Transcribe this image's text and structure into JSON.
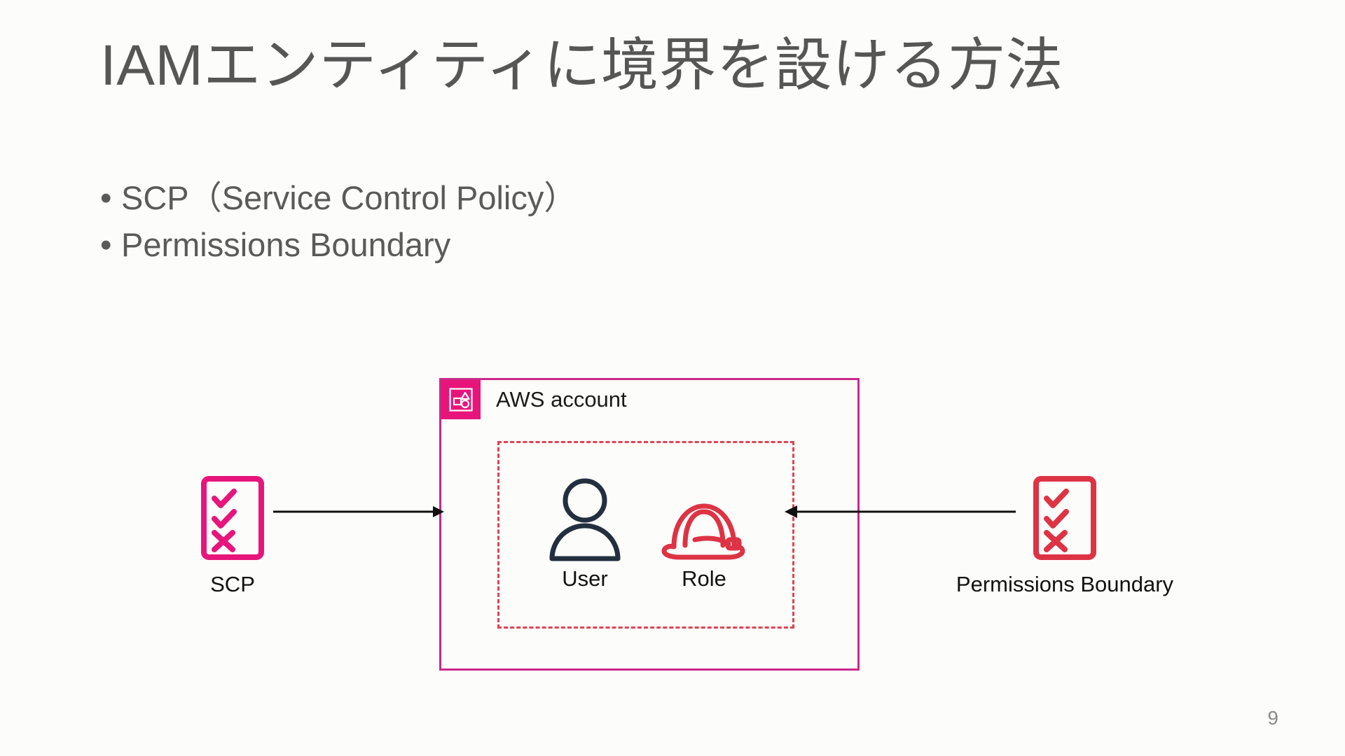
{
  "slide": {
    "title": "IAMエンティティに境界を設ける方法",
    "page_number": "9",
    "background_color": "#FCFCFA",
    "title_color": "#565656"
  },
  "bullets": [
    {
      "marker": "•",
      "text": "SCP（Service Control Policy）"
    },
    {
      "marker": "•",
      "text": "Permissions Boundary"
    }
  ],
  "diagram": {
    "aws_account": {
      "label": "AWS account",
      "icon": "aws-account-icon",
      "border_color": "#C9298A",
      "icon_background": "#E7157B"
    },
    "permissions_boundary_region": {
      "border_color": "#DE4455",
      "style": "dashed"
    },
    "entities": [
      {
        "label": "User",
        "icon": "user-icon",
        "color": "#232F3E"
      },
      {
        "label": "Role",
        "icon": "role-hardhat-icon",
        "color": "#DD3344"
      }
    ],
    "policies": [
      {
        "label": "SCP",
        "icon": "policy-checklist-icon",
        "color": "#E7157B",
        "side": "left"
      },
      {
        "label": "Permissions Boundary",
        "icon": "policy-checklist-icon",
        "color": "#DD3344",
        "side": "right"
      }
    ],
    "arrows": [
      {
        "name": "scp-to-account-arrow",
        "direction": "right",
        "color": "#111111"
      },
      {
        "name": "permissions-boundary-to-entities-arrow",
        "direction": "left",
        "color": "#111111"
      }
    ]
  }
}
